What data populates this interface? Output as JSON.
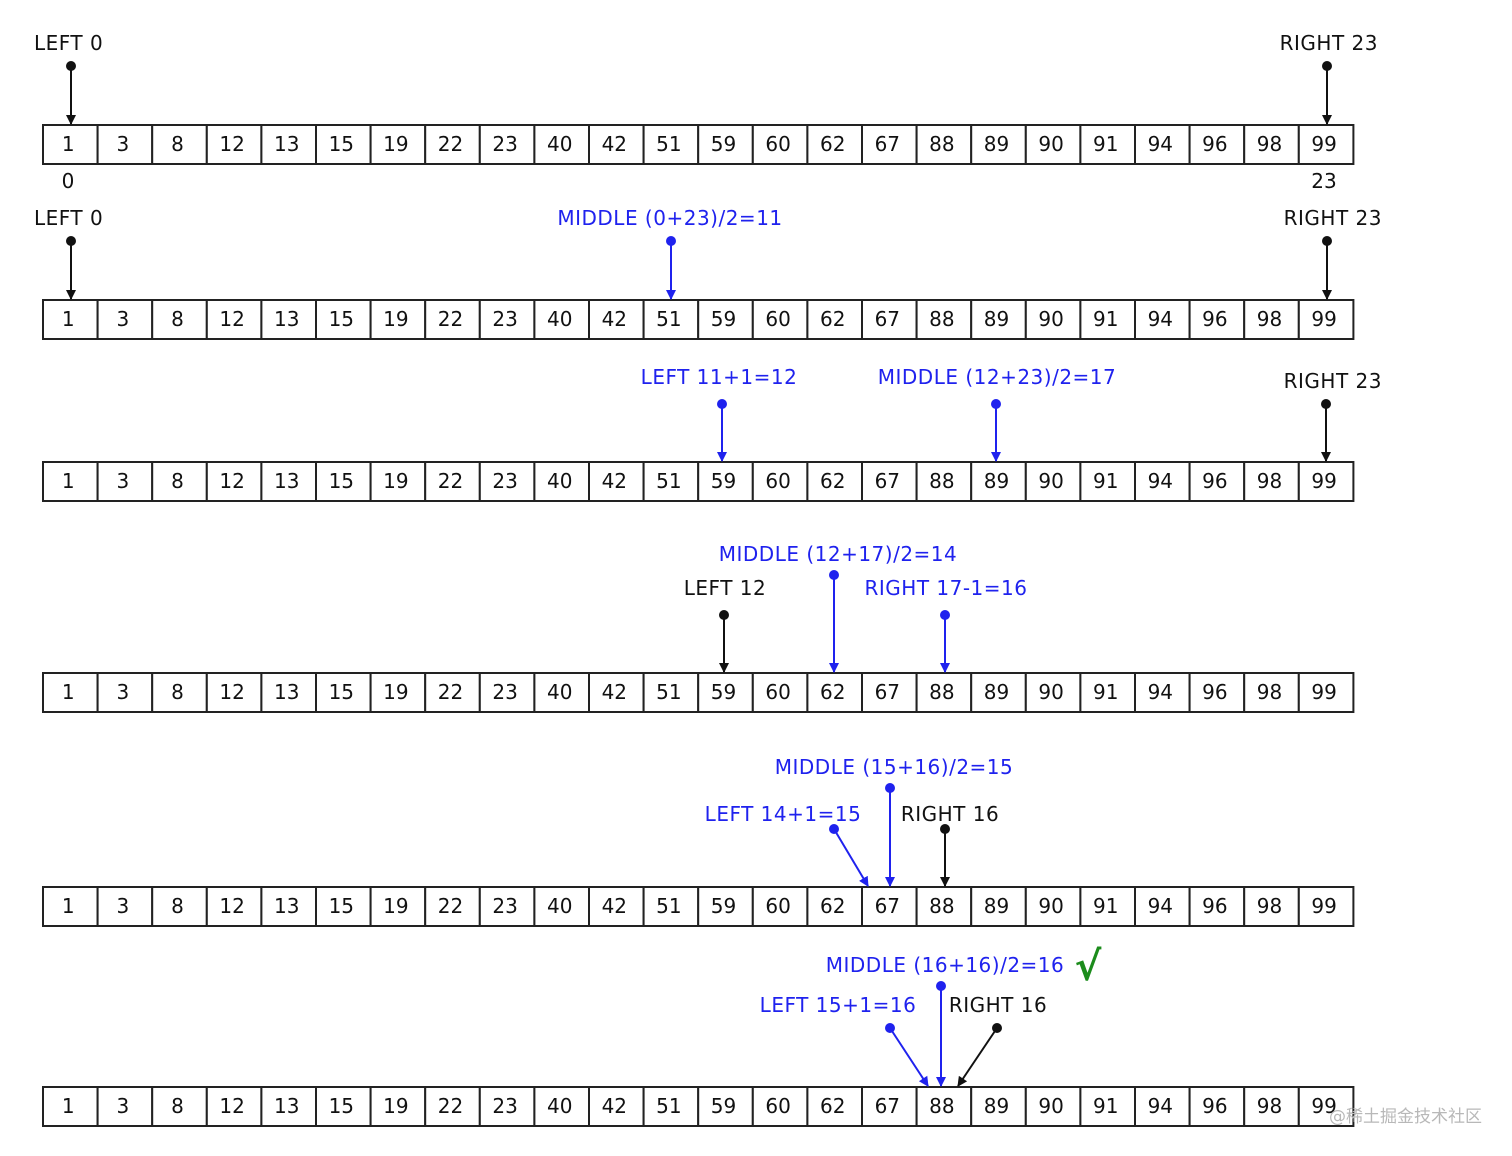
{
  "array": [
    "1",
    "3",
    "8",
    "12",
    "13",
    "15",
    "19",
    "22",
    "23",
    "40",
    "42",
    "51",
    "59",
    "60",
    "62",
    "67",
    "88",
    "89",
    "90",
    "91",
    "94",
    "96",
    "98",
    "99"
  ],
  "colors": {
    "black": "#111111",
    "blue": "#1f22ee",
    "check": "#1c8c1c",
    "watermark": "#b8b8b8"
  },
  "steps": [
    {
      "index_labels": [
        "0",
        "23"
      ],
      "pointers": [
        {
          "text": "LEFT 0",
          "color": "black",
          "target": 0
        },
        {
          "text": "RIGHT 23",
          "color": "black",
          "target": 23
        }
      ]
    },
    {
      "pointers": [
        {
          "text": "LEFT 0",
          "color": "black",
          "target": 0
        },
        {
          "text": "MIDDLE  (0+23)/2=11",
          "color": "blue",
          "target": 11
        },
        {
          "text": "RIGHT 23",
          "color": "black",
          "target": 23
        }
      ]
    },
    {
      "pointers": [
        {
          "text": "LEFT 11+1=12",
          "color": "blue",
          "target": 12
        },
        {
          "text": "MIDDLE (12+23)/2=17",
          "color": "blue",
          "target": 17
        },
        {
          "text": "RIGHT 23",
          "color": "black",
          "target": 23
        }
      ]
    },
    {
      "pointers": [
        {
          "text": "MIDDLE (12+17)/2=14",
          "color": "blue",
          "target": 14
        },
        {
          "text": "LEFT 12",
          "color": "black",
          "target": 12
        },
        {
          "text": "RIGHT 17-1=16",
          "color": "blue",
          "target": 16
        }
      ]
    },
    {
      "pointers": [
        {
          "text": "MIDDLE (15+16)/2=15",
          "color": "blue",
          "target": 15
        },
        {
          "text": "LEFT 14+1=15",
          "color": "blue",
          "target": 15
        },
        {
          "text": "RIGHT 16",
          "color": "black",
          "target": 16
        }
      ]
    },
    {
      "check_mark": "√",
      "pointers": [
        {
          "text": "MIDDLE (16+16)/2=16",
          "color": "blue",
          "target": 16
        },
        {
          "text": "LEFT 15+1=16",
          "color": "blue",
          "target": 16
        },
        {
          "text": "RIGHT 16",
          "color": "black",
          "target": 16
        }
      ]
    }
  ],
  "watermark": "@稀土掘金技术社区"
}
